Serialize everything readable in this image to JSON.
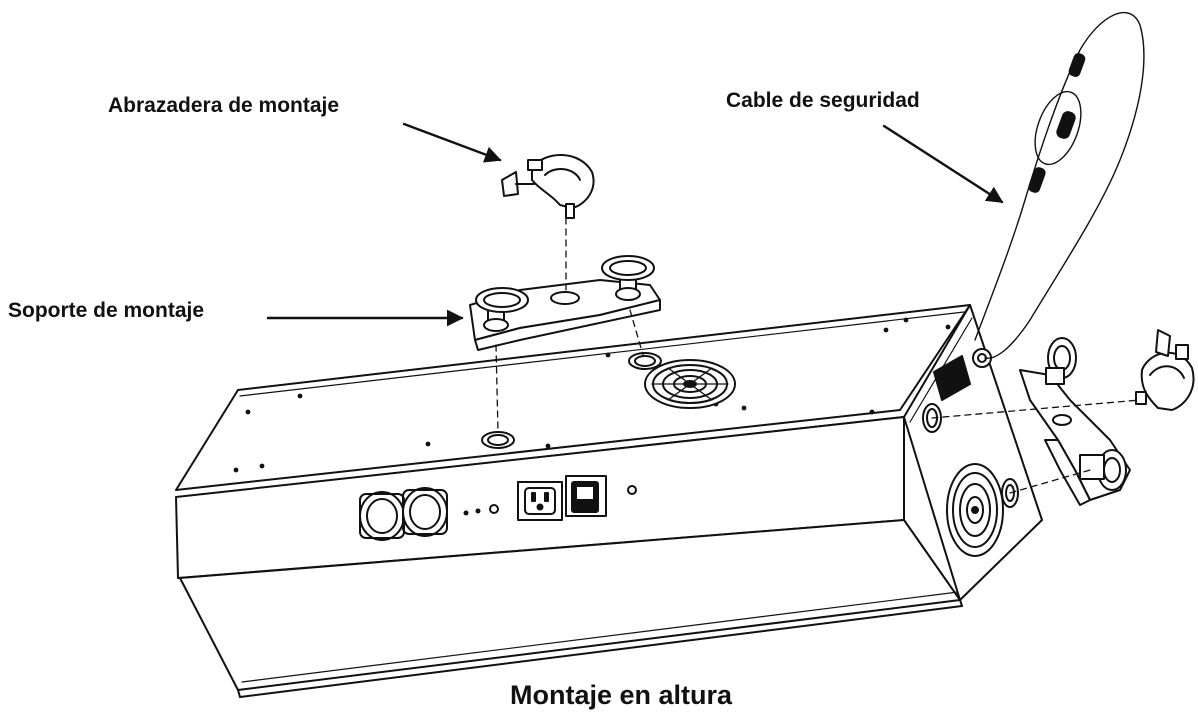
{
  "labels": {
    "mounting_clamp": "Abrazadera de montaje",
    "mounting_bracket": "Soporte de montaje",
    "safety_cable": "Cable de seguridad"
  },
  "caption": "Montaje en altura",
  "colors": {
    "line": "#111111",
    "background": "#ffffff"
  },
  "icons": [
    "clamp-icon",
    "bracket-icon",
    "safety-cable-icon",
    "fan-icon",
    "xlr-connector-icon",
    "power-outlet-icon",
    "power-switch-icon"
  ]
}
